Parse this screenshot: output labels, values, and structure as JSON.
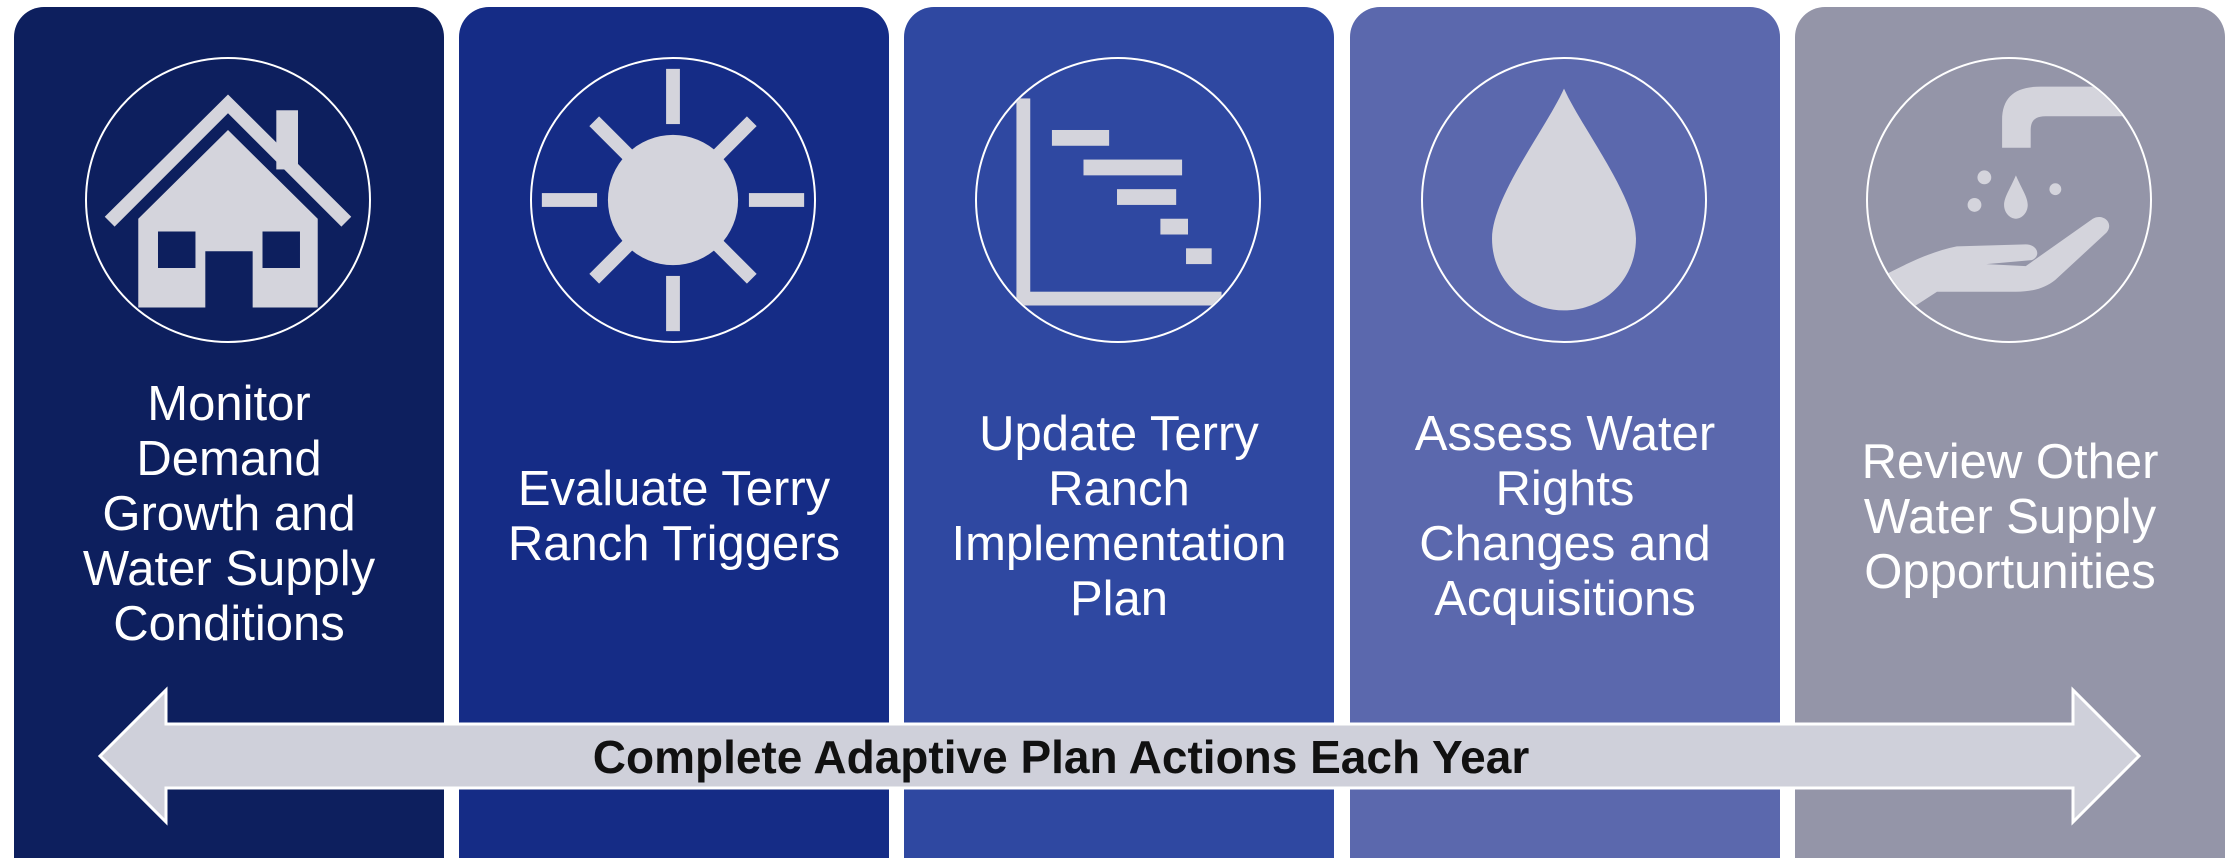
{
  "steps": [
    {
      "label": "Monitor\nDemand\nGrowth and\nWater Supply\nConditions",
      "icon": "house-icon",
      "color": "#0d1f5e"
    },
    {
      "label": "Evaluate Terry\nRanch Triggers",
      "icon": "sun-icon",
      "color": "#152c86"
    },
    {
      "label": "Update Terry\nRanch\nImplementation\nPlan",
      "icon": "gantt-chart-icon",
      "color": "#2f48a1"
    },
    {
      "label": "Assess Water\nRights\nChanges and\nAcquisitions",
      "icon": "water-drop-icon",
      "color": "#5b68ad"
    },
    {
      "label": "Review Other\nWater Supply\nOpportunities",
      "icon": "faucet-hand-icon",
      "color": "#9495a8"
    }
  ],
  "arrow": {
    "label": "Complete Adaptive Plan Actions Each Year",
    "fill": "#cfd0da"
  },
  "icon_color": "#d4d4dc"
}
